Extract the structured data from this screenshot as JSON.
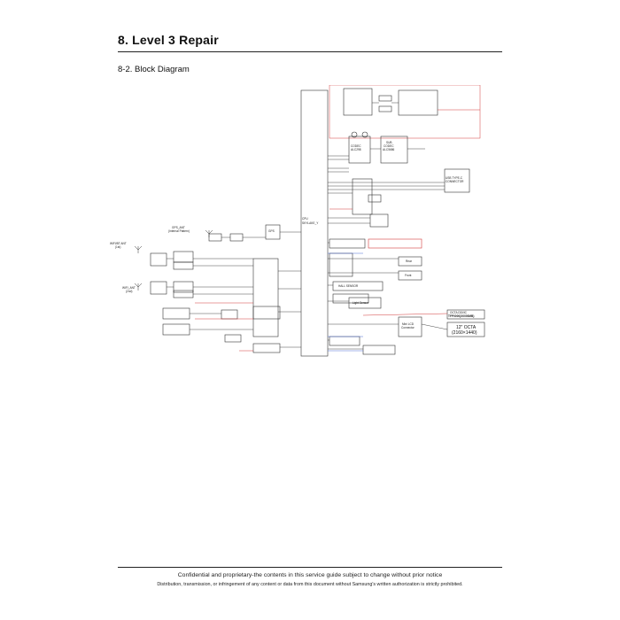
{
  "page": {
    "title": "8. Level 3 Repair",
    "section_heading": "8-2. Block Diagram"
  },
  "diagram": {
    "cpu_label_1": "CPU",
    "cpu_label_2": "SKYLAKE_Y",
    "usb_label_1": "USB TYPE-C",
    "usb_label_2": "CONNECTOR",
    "codec_label_1": "CODEC",
    "codec_label_2": "ALC298",
    "sub_codec_label_1": "SUB",
    "sub_codec_label_2": "CODEC",
    "sub_codec_label_3": "ALC5686",
    "wifi_main_label": "WIFI/BT ANT",
    "wifi_main_sub": "(1st)",
    "wifi_aux_label": "WIFI_ANT",
    "wifi_aux_sub": "(2nd)",
    "gps_ant_label": "GPS_ANT",
    "gps_ant_sub": "(Internal Pattern)",
    "gps_label": "GPS",
    "hall_sensor_label": "HALL SENSOR",
    "light_sensor_label": "Light Sensor",
    "rear_cam_label": "Rear",
    "front_cam_label": "Front",
    "mini_lcd_label_1": "Mini LCD",
    "mini_lcd_label_2": "Connector",
    "octa_label": "12\" OCTA",
    "octa_resolution": "(2160×1440)",
    "touch_ic_label_1": "OCTA DDI/IC",
    "touch_ic_label_2": "TFP0000(X0000MB)"
  },
  "footer": {
    "line1": "Confidential and proprietary-the contents in this service guide subject to change without prior notice",
    "line2": "Distribution, transmission, or infringement of any content or data from this document without Samsung's written authorization is strictly prohibited."
  },
  "colors": {
    "line": "#333333",
    "red_net": "#d23a3a",
    "blue_net": "#4f6fd6",
    "highlight": "#cc3333"
  }
}
